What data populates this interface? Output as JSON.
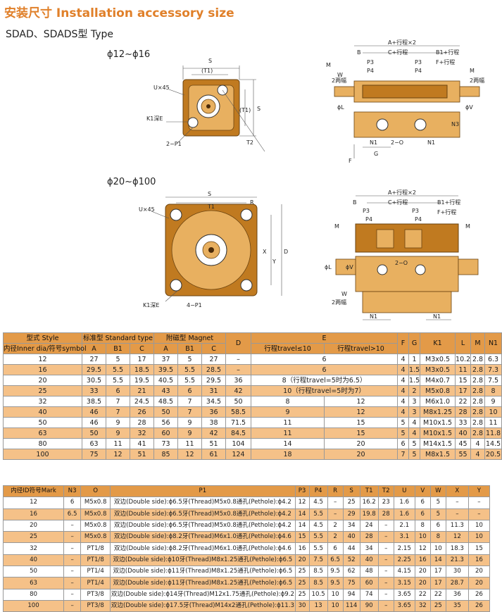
{
  "page": {
    "title": "安装尺寸 Installation accessory size",
    "subtitle": "SDAD、SDADS型 Type",
    "caption_small": "ϕ12~ϕ16",
    "caption_large": "ϕ20~ϕ100"
  },
  "drawings": {
    "small_front": {
      "S": "S",
      "T1": "(T1)",
      "T2": "T2",
      "U": "U×45",
      "K1": "K1深E",
      "P1": "2−P1"
    },
    "small_side": {
      "A": "A+行程×2",
      "B": "B",
      "C": "C+行程",
      "B1": "B1+行程",
      "F": "F+行程",
      "M": "M",
      "P3": "P3",
      "P4": "P4",
      "W": "W",
      "two": "2两幅",
      "L": "ϕL",
      "V": "ϕV",
      "N3": "N3",
      "N1": "N1",
      "O": "2−O",
      "G": "G",
      "Fb": "F"
    },
    "large_front": {
      "S": "S",
      "T1": "T1",
      "R": "R",
      "D": "D",
      "X": "X",
      "Y": "Y",
      "U": "U×45",
      "K1": "K1深E",
      "P1": "4−P1"
    },
    "large_side": {
      "A": "A+行程×2",
      "B": "B",
      "C": "C+行程",
      "B1": "B1+行程",
      "F": "F+行程",
      "P3": "P3",
      "P4": "P4",
      "M": "M",
      "L": "ϕL",
      "V": "ϕV",
      "O": "2−O",
      "W": "W",
      "two": "2两幅",
      "N1": "N1"
    }
  },
  "table1": {
    "h_style": "型式 Style",
    "h_std": "标准型 Standard type",
    "h_mag": "附磁型 Magnet",
    "h_D": "D",
    "h_E": "E",
    "h_F": "F",
    "h_G": "G",
    "h_K1": "K1",
    "h_L": "L",
    "h_M": "M",
    "h_N1": "N1",
    "h_bore": "内径Inner dia/符号symbol",
    "h_A": "A",
    "h_B1": "B1",
    "h_C": "C",
    "h_A2": "A",
    "h_B12": "B1",
    "h_C2": "C",
    "h_E1": "行程travel≤10",
    "h_E2": "行程travel>10",
    "rows": [
      [
        "12",
        "27",
        "5",
        "17",
        "37",
        "5",
        "27",
        "–",
        "6",
        "",
        "4",
        "1",
        "M3x0.5",
        "10.2",
        "2.8",
        "6.3"
      ],
      [
        "16",
        "29.5",
        "5.5",
        "18.5",
        "39.5",
        "5.5",
        "28.5",
        "–",
        "6",
        "",
        "4",
        "1.5",
        "M3x0.5",
        "11",
        "2.8",
        "7.3"
      ],
      [
        "20",
        "30.5",
        "5.5",
        "19.5",
        "40.5",
        "5.5",
        "29.5",
        "36",
        "8（行程travel=5时为6.5）",
        "",
        "4",
        "1.5",
        "M4x0.7",
        "15",
        "2.8",
        "7.5"
      ],
      [
        "25",
        "33",
        "6",
        "21",
        "43",
        "6",
        "31",
        "42",
        "10（行程travel=5时为7）",
        "",
        "4",
        "2",
        "M5x0.8",
        "17",
        "2.8",
        "8"
      ],
      [
        "32",
        "38.5",
        "7",
        "24.5",
        "48.5",
        "7",
        "34.5",
        "50",
        "8",
        "12",
        "4",
        "3",
        "M6x1.0",
        "22",
        "2.8",
        "9"
      ],
      [
        "40",
        "46",
        "7",
        "26",
        "50",
        "7",
        "36",
        "58.5",
        "9",
        "12",
        "4",
        "3",
        "M8x1.25",
        "28",
        "2.8",
        "10"
      ],
      [
        "50",
        "46",
        "9",
        "28",
        "56",
        "9",
        "38",
        "71.5",
        "11",
        "15",
        "5",
        "4",
        "M10x1.5",
        "33",
        "2.8",
        "11"
      ],
      [
        "63",
        "50",
        "9",
        "32",
        "60",
        "9",
        "42",
        "84.5",
        "11",
        "15",
        "5",
        "4",
        "M10x1.5",
        "40",
        "2.8",
        "11.8"
      ],
      [
        "80",
        "63",
        "11",
        "41",
        "73",
        "11",
        "51",
        "104",
        "14",
        "20",
        "6",
        "5",
        "M14x1.5",
        "45",
        "4",
        "14.5"
      ],
      [
        "100",
        "75",
        "12",
        "51",
        "85",
        "12",
        "61",
        "124",
        "18",
        "20",
        "7",
        "5",
        "M8x1.5",
        "55",
        "4",
        "20.5"
      ]
    ]
  },
  "table2": {
    "headers": [
      "内径ID符号Mark",
      "N3",
      "O",
      "P1",
      "P3",
      "P4",
      "R",
      "S",
      "T1",
      "T2",
      "U",
      "V",
      "W",
      "X",
      "Y"
    ],
    "rows": [
      [
        "12",
        "6",
        "M5x0.8",
        "双边(Double side):ϕ6.5牙(Thread)M5x0.8通孔(Pethole):ϕ4.2",
        "12",
        "4.5",
        "–",
        "25",
        "16.2",
        "23",
        "1.6",
        "6",
        "5",
        "–",
        "–"
      ],
      [
        "16",
        "6.5",
        "M5x0.8",
        "双边(Double side):ϕ6.5牙(Thread)M5x0.8通孔(Pethole):ϕ4.2",
        "14",
        "5.5",
        "–",
        "29",
        "19.8",
        "28",
        "1.6",
        "6",
        "5",
        "–",
        "–"
      ],
      [
        "20",
        "–",
        "M5x0.8",
        "双边(Double side):ϕ6.5牙(Thread)M5x0.8通孔(Pethole):ϕ4.2",
        "14",
        "4.5",
        "2",
        "34",
        "24",
        "–",
        "2.1",
        "8",
        "6",
        "11.3",
        "10"
      ],
      [
        "25",
        "–",
        "M5x0.8",
        "双边(Double side):ϕ8.2牙(Thread)M6x1.0通孔(Pethole):ϕ4.6",
        "15",
        "5.5",
        "2",
        "40",
        "28",
        "–",
        "3.1",
        "10",
        "8",
        "12",
        "10"
      ],
      [
        "32",
        "–",
        "PT1/8",
        "双边(Double side):ϕ8.2牙(Thread)M6x1.0通孔(Pethole):ϕ4.6",
        "16",
        "5.5",
        "6",
        "44",
        "34",
        "–",
        "2.15",
        "12",
        "10",
        "18.3",
        "15"
      ],
      [
        "40",
        "–",
        "PT1/8",
        "双边(Double side):ϕ10牙(Thread)M8x1.25通孔(Pethole):ϕ6.5",
        "20",
        "7.5",
        "6.5",
        "52",
        "40",
        "–",
        "2.25",
        "16",
        "14",
        "21.3",
        "16"
      ],
      [
        "50",
        "–",
        "PT1/4",
        "双边(Double side):ϕ11牙(Thread)M8x1.25通孔(Pethole):ϕ6.5",
        "25",
        "8.5",
        "9.5",
        "62",
        "48",
        "–",
        "4.15",
        "20",
        "17",
        "30",
        "20"
      ],
      [
        "63",
        "–",
        "PT1/4",
        "双边(Double side):ϕ11牙(Thread)M8x1.25通孔(Pethole):ϕ6.5",
        "25",
        "8.5",
        "9.5",
        "75",
        "60",
        "–",
        "3.15",
        "20",
        "17",
        "28.7",
        "20"
      ],
      [
        "80",
        "–",
        "PT3/8",
        "双边(Double side):ϕ14牙(Thread)M12x1.75通孔(Pethole):ϕ9.2",
        "25",
        "10.5",
        "10",
        "94",
        "74",
        "–",
        "3.65",
        "22",
        "22",
        "36",
        "26"
      ],
      [
        "100",
        "–",
        "PT3/8",
        "双边(Double side):ϕ17.5牙(Thread)M14x2通孔(Pethole):ϕ11.3",
        "30",
        "13",
        "10",
        "114",
        "90",
        "–",
        "3.65",
        "32",
        "25",
        "35",
        "26"
      ]
    ]
  }
}
